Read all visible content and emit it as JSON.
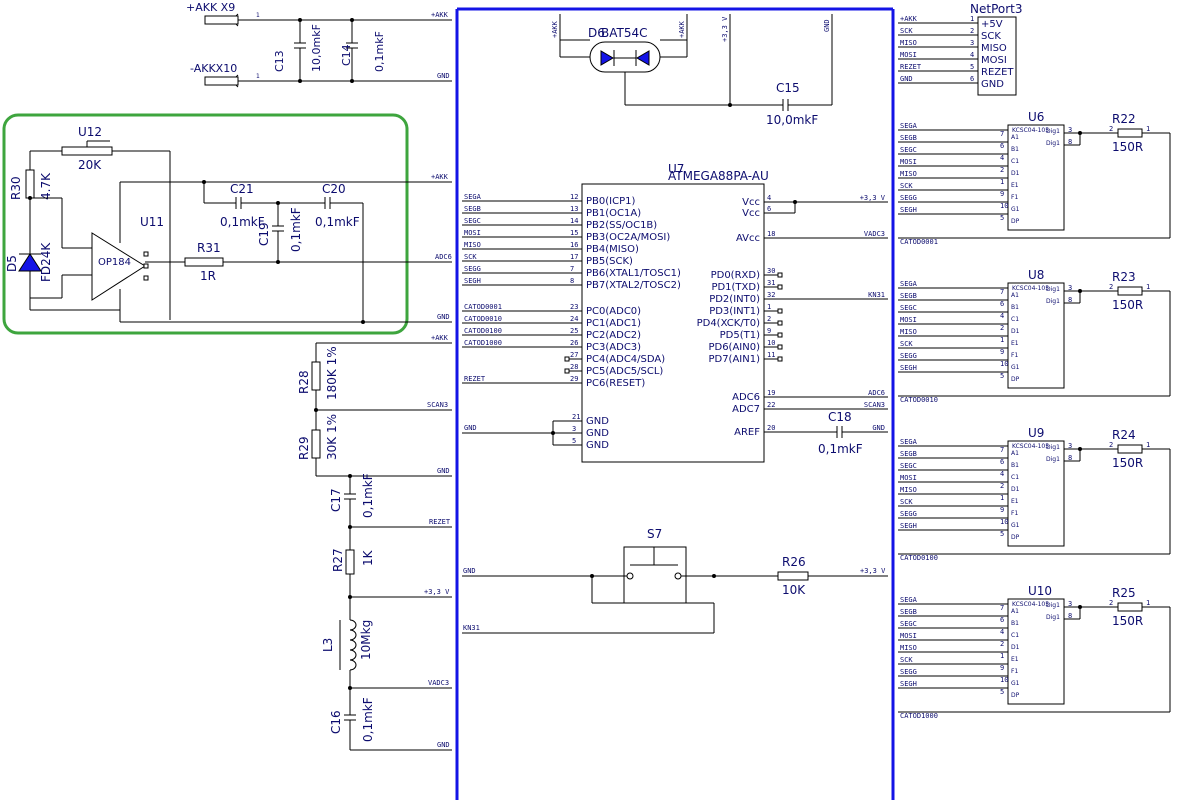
{
  "parts": {
    "x9": "+AKK X9",
    "x10": "-AKKX10",
    "c13": {
      "ref": "C13",
      "val": "10,0mkF"
    },
    "c14": {
      "ref": "C14",
      "val": "0,1mkF"
    },
    "u12": {
      "ref": "U12",
      "val": "20K"
    },
    "r30": {
      "ref": "R30",
      "val": "4.7K"
    },
    "c21": {
      "ref": "C21",
      "val": "0,1mkF"
    },
    "c20": {
      "ref": "C20",
      "val": "0,1mkF"
    },
    "c19": {
      "ref": "C19",
      "val": "0,1mkF"
    },
    "u11": {
      "ref": "U11",
      "chip": "OP184"
    },
    "r31": {
      "ref": "R31",
      "val": "1R"
    },
    "d5": {
      "ref": "D5",
      "val": "FD24K"
    },
    "r28": {
      "ref": "R28",
      "val": "180K 1%"
    },
    "r29": {
      "ref": "R29",
      "val": "30K 1%"
    },
    "c17": {
      "ref": "C17",
      "val": "0,1mkF"
    },
    "r27": {
      "ref": "R27",
      "val": "1K"
    },
    "l3": {
      "ref": "L3",
      "val": "10Mkg"
    },
    "c16": {
      "ref": "C16",
      "val": "0,1mkF"
    },
    "d6": {
      "ref": "D6",
      "val": "BAT54C"
    },
    "c15": {
      "ref": "C15",
      "val": "10,0mkF"
    },
    "c18": {
      "ref": "C18",
      "val": "0,1mkF"
    },
    "s7": {
      "ref": "S7"
    },
    "r26": {
      "ref": "R26",
      "val": "10K"
    },
    "u7": {
      "ref": "U7",
      "val": "ATMEGA88PA-AU"
    },
    "netport": {
      "ref": "NetPort3",
      "pins": [
        "+5V",
        "SCK",
        "MISO",
        "MOSI",
        "REZET",
        "GND"
      ],
      "nets": [
        "+AKK",
        "SCK",
        "MISO",
        "MOSI",
        "REZET",
        "GND"
      ]
    }
  },
  "left_nets": {
    "akk_top": "+AKK",
    "gnd_top": "GND",
    "akk_mid": "+AKK",
    "adc6": "ADC6",
    "gnd_box": "GND",
    "akk_low": "+AKK",
    "scan3": "SCAN3",
    "gnd_a": "GND",
    "rezet": "REZET",
    "v33": "+3,3 V",
    "vadc3": "VADC3",
    "gnd_b": "GND"
  },
  "mcu": {
    "left_top_nets": [
      "SEGA",
      "SEGB",
      "SEGC",
      "MOSI",
      "MISO",
      "SCK",
      "SEGG",
      "SEGH"
    ],
    "left_top_pins": [
      "12",
      "13",
      "14",
      "15",
      "16",
      "17",
      "7",
      "8"
    ],
    "left_top_names": [
      "PB0(ICP1)",
      "PB1(OC1A)",
      "PB2(SS/OC1B)",
      "PB3(OC2A/MOSI)",
      "PB4(MISO)",
      "PB5(SCK)",
      "PB6(XTAL1/TOSC1)",
      "PB7(XTAL2/TOSC2)"
    ],
    "left_mid_nets": [
      "CATOD0001",
      "CATOD0010",
      "CATOD0100",
      "CATOD1000",
      "",
      "",
      "REZET"
    ],
    "left_mid_pins": [
      "23",
      "24",
      "25",
      "26",
      "27",
      "28",
      "29"
    ],
    "left_mid_names": [
      "PC0(ADC0)",
      "PC1(ADC1)",
      "PC2(ADC2)",
      "PC3(ADC3)",
      "PC4(ADC4/SDA)",
      "PC5(ADC5/SCL)",
      "PC6(RESET)"
    ],
    "gnd_net": "GND",
    "gnd_pins": [
      "21",
      "3",
      "5"
    ],
    "gnd_names": [
      "GND",
      "GND",
      "GND"
    ],
    "right_top_pins": [
      "4",
      "6",
      "18"
    ],
    "right_top_names": [
      "Vcc",
      "Vcc",
      "AVcc"
    ],
    "right_top_nets": [
      "+3,3 V",
      "",
      "VADC3"
    ],
    "right_pd_pins": [
      "30",
      "31",
      "32",
      "1",
      "2",
      "9",
      "10",
      "11"
    ],
    "right_pd_names": [
      "PD0(RXD)",
      "PD1(TXD)",
      "PD2(INT0)",
      "PD3(INT1)",
      "PD4(XCK/T0)",
      "PD5(T1)",
      "PD6(AIN0)",
      "PD7(AIN1)"
    ],
    "kn31": "KN31",
    "right_adc_pins": [
      "19",
      "22",
      "20"
    ],
    "right_adc_names": [
      "ADC6",
      "ADC7",
      "AREF"
    ],
    "right_adc_nets": [
      "ADC6",
      "SCAN3",
      "GND"
    ]
  },
  "switch_nets": {
    "gnd": "GND",
    "kn31": "KN31",
    "v33": "+3,3 V"
  },
  "top_nets": {
    "akk1": "+AKK",
    "akk2": "+AKK",
    "v33": "+3,3 V",
    "gnd": "GND"
  },
  "displays": {
    "chip": "KCSC04-105",
    "nets": [
      "SEGA",
      "SEGB",
      "SEGC",
      "MOSI",
      "MISO",
      "SCK",
      "SEGG",
      "SEGH"
    ],
    "pins": [
      "7",
      "6",
      "4",
      "2",
      "1",
      "9",
      "10",
      "5"
    ],
    "seg": [
      "A1",
      "B1",
      "C1",
      "D1",
      "E1",
      "F1",
      "G1",
      "DP"
    ],
    "dig_pins": [
      "3",
      "8"
    ],
    "dig": [
      "Dig1",
      "Dig1"
    ],
    "r_pins": [
      "2",
      "1"
    ],
    "units": [
      {
        "ref": "U6",
        "r": "R22",
        "rv": "150R",
        "cat": "CATOD0001"
      },
      {
        "ref": "U8",
        "r": "R23",
        "rv": "150R",
        "cat": "CATOD0010"
      },
      {
        "ref": "U9",
        "r": "R24",
        "rv": "150R",
        "cat": "CATOD0100"
      },
      {
        "ref": "U10",
        "r": "R25",
        "rv": "150R",
        "cat": "CATOD1000"
      }
    ]
  },
  "colors": {
    "bus": "#1414e6",
    "highlight": "#3ea53e",
    "ink": "#0c0c6e"
  }
}
